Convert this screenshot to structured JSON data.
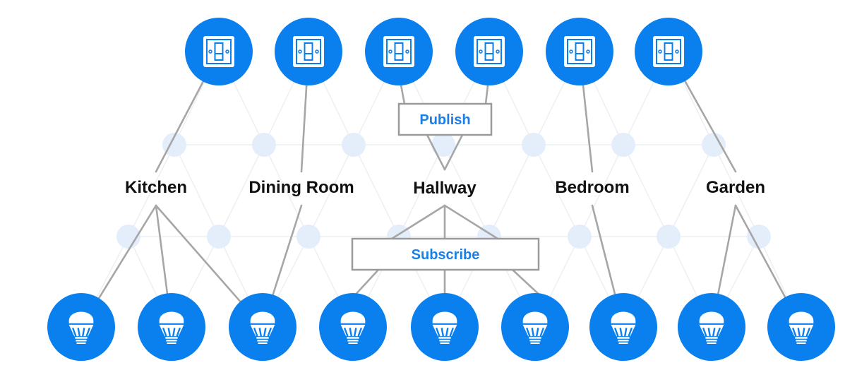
{
  "colors": {
    "node_blue": "#0a80ee",
    "line_gray": "#a6a6a6",
    "box_border": "#9a9a9a",
    "box_text": "#1a7fe6",
    "bg_dot": "#e4eefa",
    "bg_line": "#eceff3",
    "label_text": "#111111"
  },
  "rooms": [
    {
      "id": "kitchen",
      "label": "Kitchen"
    },
    {
      "id": "dining",
      "label": "Dining Room"
    },
    {
      "id": "hallway",
      "label": "Hallway"
    },
    {
      "id": "bedroom",
      "label": "Bedroom"
    },
    {
      "id": "garden",
      "label": "Garden"
    }
  ],
  "publish_box": {
    "label": "Publish"
  },
  "subscribe_box": {
    "label": "Subscribe"
  },
  "switches": [
    {
      "id": "switch-1",
      "icon": "light-switch-icon",
      "room": "kitchen"
    },
    {
      "id": "switch-2",
      "icon": "light-switch-icon",
      "room": "dining"
    },
    {
      "id": "switch-3",
      "icon": "light-switch-icon",
      "room": "hallway"
    },
    {
      "id": "switch-4",
      "icon": "light-switch-icon",
      "room": "hallway"
    },
    {
      "id": "switch-5",
      "icon": "light-switch-icon",
      "room": "bedroom"
    },
    {
      "id": "switch-6",
      "icon": "light-switch-icon",
      "room": "garden"
    }
  ],
  "bulbs": [
    {
      "id": "bulb-1",
      "icon": "light-bulb-icon",
      "rooms": [
        "kitchen"
      ]
    },
    {
      "id": "bulb-2",
      "icon": "light-bulb-icon",
      "rooms": [
        "kitchen"
      ]
    },
    {
      "id": "bulb-3",
      "icon": "light-bulb-icon",
      "rooms": [
        "kitchen",
        "dining"
      ]
    },
    {
      "id": "bulb-4",
      "icon": "light-bulb-icon",
      "rooms": [
        "hallway"
      ]
    },
    {
      "id": "bulb-5",
      "icon": "light-bulb-icon",
      "rooms": [
        "hallway"
      ]
    },
    {
      "id": "bulb-6",
      "icon": "light-bulb-icon",
      "rooms": [
        "hallway"
      ]
    },
    {
      "id": "bulb-7",
      "icon": "light-bulb-icon",
      "rooms": [
        "bedroom"
      ]
    },
    {
      "id": "bulb-8",
      "icon": "light-bulb-icon",
      "rooms": [
        "garden"
      ]
    },
    {
      "id": "bulb-9",
      "icon": "light-bulb-icon",
      "rooms": [
        "garden"
      ]
    }
  ]
}
